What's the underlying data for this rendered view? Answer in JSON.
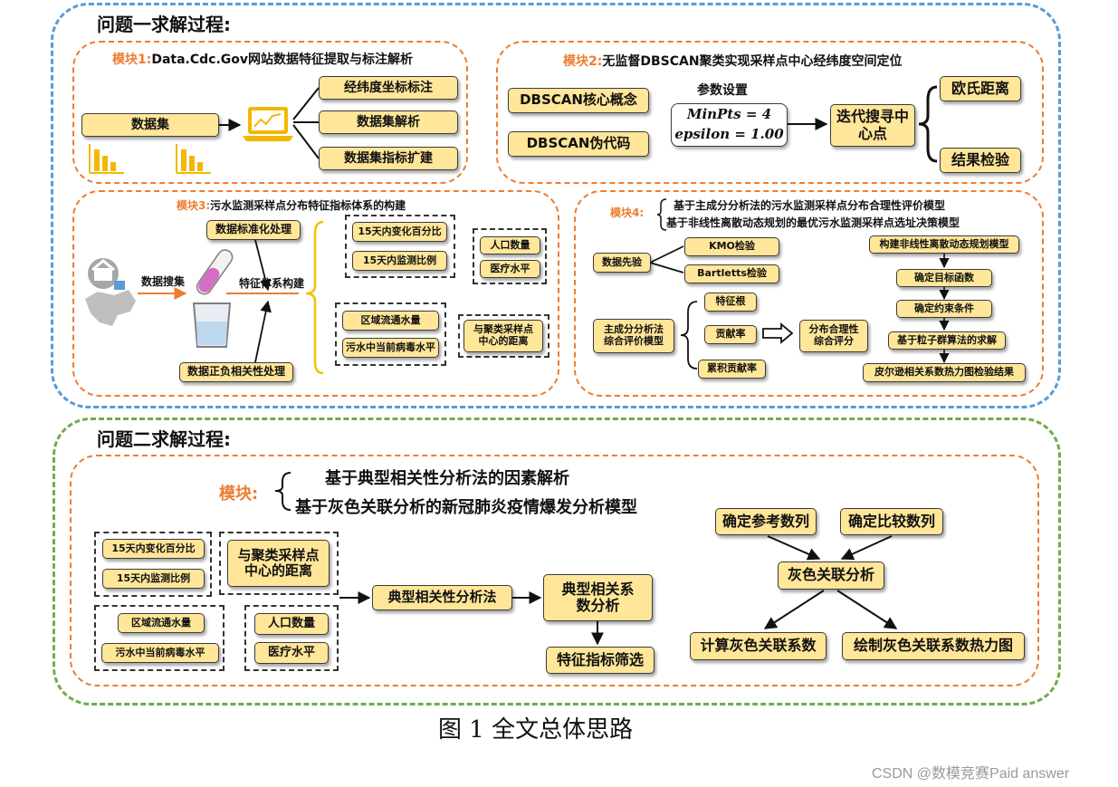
{
  "p1": {
    "title": "问题一求解过程:",
    "m1": {
      "tag": "模块1:",
      "title": "Data.Cdc.Gov网站数据特征提取与标注解析",
      "dataset": "数据集",
      "items": [
        "经纬度坐标标注",
        "数据集解析",
        "数据集指标扩建"
      ]
    },
    "m2": {
      "tag": "模块2:",
      "title": "无监督DBSCAN聚类实现采样点中心经纬度空间定位",
      "concept": "DBSCAN核心概念",
      "pseudo": "DBSCAN伪代码",
      "param_label": "参数设置",
      "param1": "MinPts = 4",
      "param2": "epsilon = 1.00",
      "iter": "迭代搜寻中心点",
      "out1": "欧氏距离",
      "out2": "结果检验"
    },
    "m3": {
      "tag": "模块3:",
      "title": "污水监测采样点分布特征指标体系的构建",
      "std": "数据标准化处理",
      "collect": "数据搜集",
      "build": "特征体系构建",
      "pos": "数据正负相关性处理",
      "g1": [
        "15天内变化百分比",
        "15天内监测比例"
      ],
      "g2": [
        "人口数量",
        "医疗水平"
      ],
      "g3": [
        "区域流通水量",
        "污水中当前病毒水平"
      ],
      "g4": "与聚类采样点中心的距离"
    },
    "m4": {
      "tag": "模块4:",
      "title1": "基于主成分分析法的污水监测采样点分布合理性评价模型",
      "title2": "基于非线性离散动态规划的最优污水监测采样点选址决策模型",
      "pre": "数据先验",
      "kmo": "KMO检验",
      "bart": "Bartletts检验",
      "pca": "主成分分析法综合评价模型",
      "eig": "特征根",
      "contrib": "贡献率",
      "cum": "累积贡献率",
      "score": "分布合理性综合评分",
      "steps": [
        "构建非线性离散动态规划模型",
        "确定目标函数",
        "确定约束条件",
        "基于粒子群算法的求解",
        "皮尔逊相关系数热力图检验结果"
      ]
    }
  },
  "p2": {
    "title": "问题二求解过程:",
    "tag": "模块:",
    "t1": "基于典型相关性分析法的因素解析",
    "t2": "基于灰色关联分析的新冠肺炎疫情爆发分析模型",
    "g1": [
      "15天内变化百分比",
      "15天内监测比例"
    ],
    "g2": "与聚类采样点中心的距离",
    "g3": [
      "区域流通水量",
      "污水中当前病毒水平"
    ],
    "g4": [
      "人口数量",
      "医疗水平"
    ],
    "cca": "典型相关性分析法",
    "coef": "典型相关系数分析",
    "select": "特征指标筛选",
    "ref": "确定参考数列",
    "cmp": "确定比较数列",
    "grey": "灰色关联分析",
    "calc": "计算灰色关联系数",
    "heat": "绘制灰色关联系数热力图"
  },
  "caption": "图 1  全文总体思路",
  "watermark": "CSDN @数模竞赛Paid answer"
}
